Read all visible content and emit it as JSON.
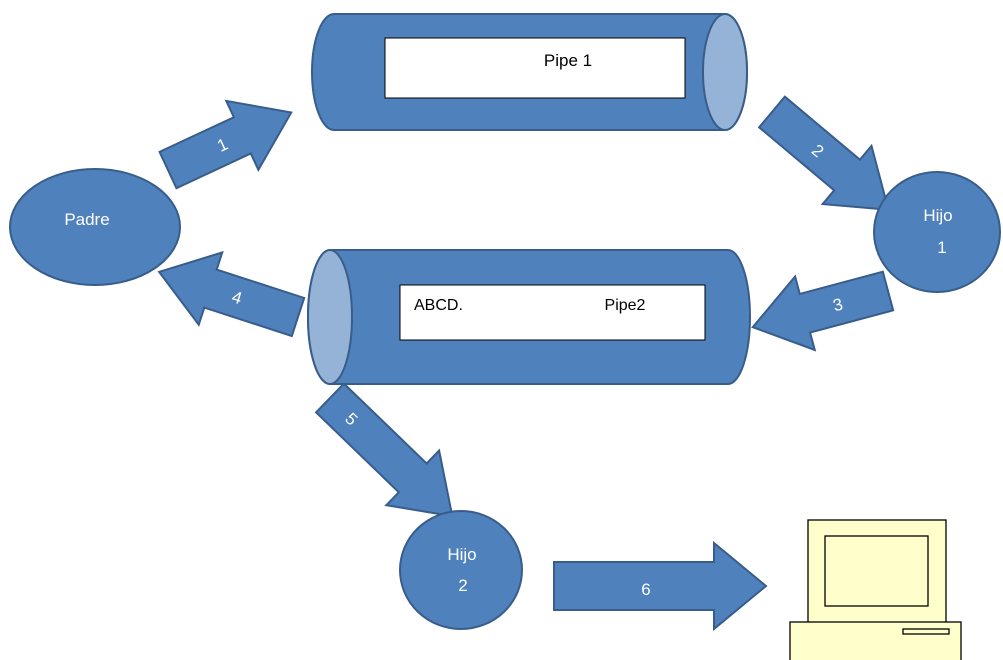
{
  "colors": {
    "shape_fill": "#4f81bd",
    "shape_stroke": "#385d8a",
    "pipe_end_fill": "#95b3d7",
    "label_box_fill": "#ffffff",
    "monitor_fill": "#ffffcc",
    "monitor_stroke": "#000000",
    "white_text": "#ffffff",
    "dark_text": "#000000"
  },
  "nodes": {
    "padre": {
      "label": "Padre"
    },
    "hijo1": {
      "line1": "Hijo",
      "line2": "1"
    },
    "hijo2": {
      "line1": "Hijo",
      "line2": "2"
    }
  },
  "pipes": {
    "pipe1": {
      "label": "Pipe 1"
    },
    "pipe2": {
      "content": "ABCD.",
      "label": "Pipe2"
    }
  },
  "arrows": [
    {
      "label": "1"
    },
    {
      "label": "2"
    },
    {
      "label": "3"
    },
    {
      "label": "4"
    },
    {
      "label": "5"
    },
    {
      "label": "6"
    }
  ],
  "computer": {
    "icon": "computer-icon"
  }
}
